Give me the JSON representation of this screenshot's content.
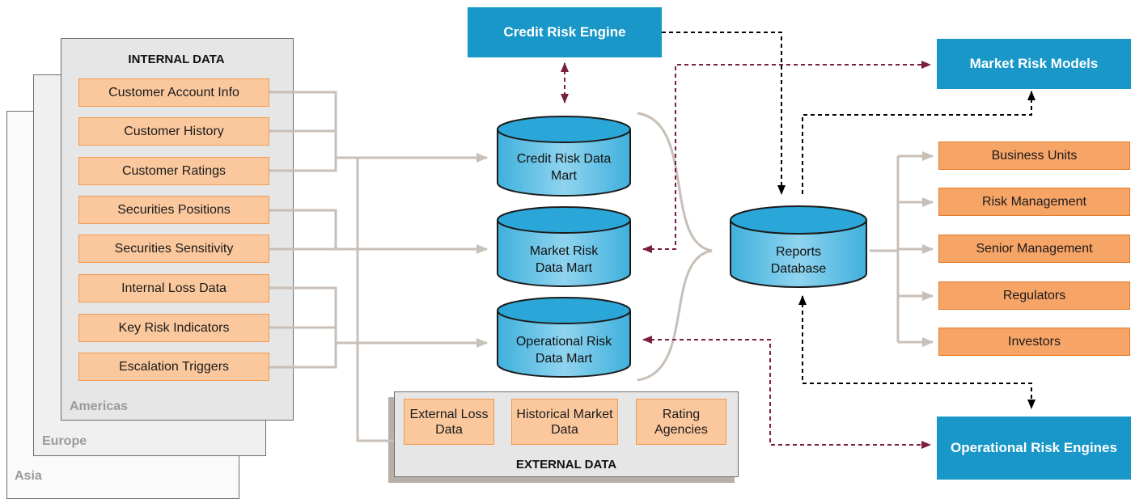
{
  "regions": [
    "Asia",
    "Europe",
    "Americas"
  ],
  "internal_data": {
    "heading": "INTERNAL DATA",
    "items": [
      "Customer Account Info",
      "Customer History",
      "Customer Ratings",
      "Securities Positions",
      "Securities Sensitivity",
      "Internal Loss Data",
      "Key Risk Indicators",
      "Escalation Triggers"
    ]
  },
  "external_data": {
    "heading": "EXTERNAL DATA",
    "items": [
      "External Loss Data",
      "Historical Market Data",
      "Rating Agencies"
    ]
  },
  "data_marts": [
    "Credit Risk Data Mart",
    "Market Risk Data Mart",
    "Operational Risk Data Mart"
  ],
  "reports_database": "Reports Database",
  "engines": {
    "credit": "Credit Risk Engine",
    "market": "Market Risk Models",
    "operational": "Operational Risk Engines"
  },
  "consumers": [
    "Business Units",
    "Risk Management",
    "Senior Management",
    "Regulators",
    "Investors"
  ],
  "colors": {
    "engine_blue": "#1897c8",
    "source_orange": "#fbc89e",
    "consumer_orange": "#f7a467",
    "cylinder_blue": "#6ec6e8",
    "connector_gray": "#c8bfb7",
    "dashed_maroon": "#7a1f3d",
    "dashed_black": "#000000"
  }
}
